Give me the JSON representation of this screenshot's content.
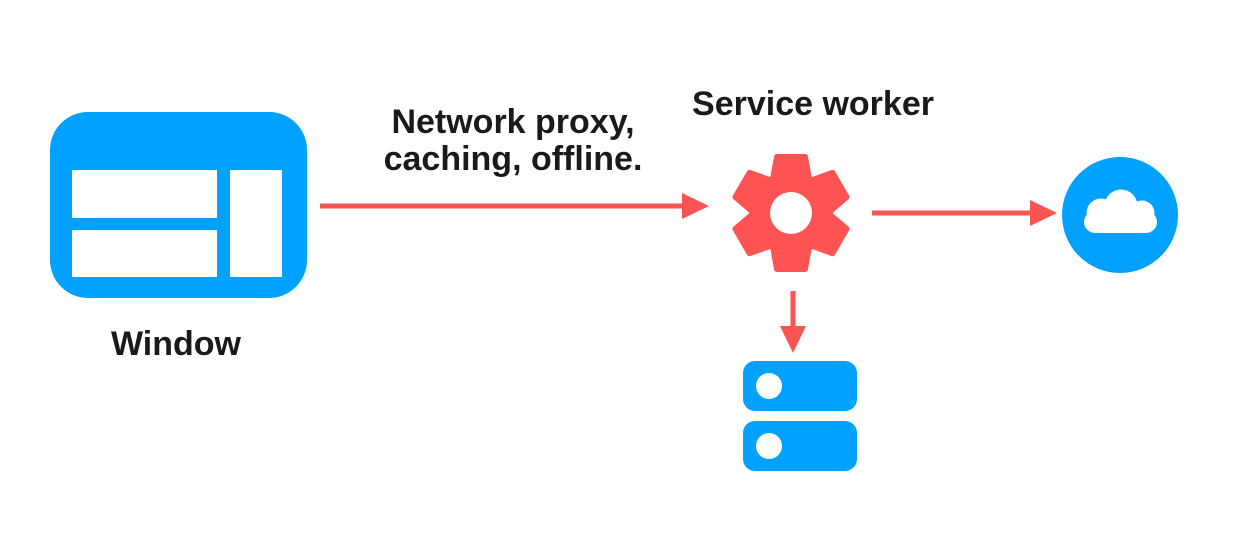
{
  "diagram": {
    "type": "architecture-flow",
    "nodes": {
      "window": {
        "label": "Window",
        "icon": "browser-window-icon",
        "color": "#00A1FF"
      },
      "service_worker": {
        "label": "Service worker",
        "icon": "gear-icon",
        "color": "#FD5352"
      },
      "network": {
        "icon": "cloud-icon",
        "color": "#00A1FF"
      },
      "cache_storage": {
        "icon": "storage-stack-icon",
        "color": "#00A1FF"
      }
    },
    "edges": {
      "window_to_sw": {
        "from": "window",
        "to": "service_worker",
        "label_line1": "Network proxy,",
        "label_line2": "caching, offline.",
        "direction": "right",
        "color": "#FD5352"
      },
      "sw_to_network": {
        "from": "service_worker",
        "to": "network",
        "direction": "right",
        "color": "#FD5352"
      },
      "sw_to_cache": {
        "from": "service_worker",
        "to": "cache_storage",
        "direction": "down",
        "color": "#FD5352"
      }
    },
    "colors": {
      "node_blue": "#00A1FF",
      "arrow_red": "#FD5352",
      "text": "#1A1A1A",
      "background": "#FFFFFF"
    }
  }
}
